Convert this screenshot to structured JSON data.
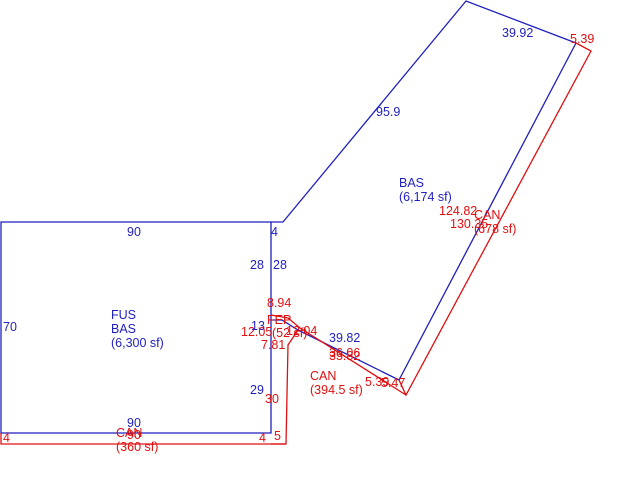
{
  "colors": {
    "blue": "#1f1fbf",
    "red": "#e01010"
  },
  "blue_labels": {
    "top_ext_right": "39.92",
    "diag_side": "95.9",
    "bas_name": "BAS",
    "bas_area": "(6,174 sf)",
    "fus_top": "90",
    "fus_top_right": "4",
    "mid_left_28": "28",
    "mid_right_28": "28",
    "left_side": "70",
    "fus_name": "FUS",
    "fus_bas_name": "BAS",
    "fus_area": "(6,300 sf)",
    "left_13": "13",
    "inner_3982": "39.82",
    "lower_29": "29",
    "bottom_90": "90"
  },
  "red_labels": {
    "top_right_539": "5.39",
    "r_12482": "124.82",
    "r_13035": "130.35",
    "can_upper_name": "CAN",
    "can_upper_area": "(678 sf)",
    "r_894": "8.94",
    "fep_name": "FEP",
    "fep_sub": "(52 sf)",
    "r_1204": "12.04",
    "r_1205": "12.05",
    "r_781": "7.81",
    "r_3606": "36.06",
    "r_3582": "35.82",
    "can_mid_name": "CAN",
    "can_mid_area": "(394.5 sf)",
    "r_539b": "5.39",
    "r_547": "5.47",
    "r_30": "30",
    "r_5": "5",
    "left_4": "4",
    "right_4": "4",
    "bottom_90": "90",
    "can_bottom_name": "CAN",
    "can_bottom_area": "(360 sf)"
  }
}
